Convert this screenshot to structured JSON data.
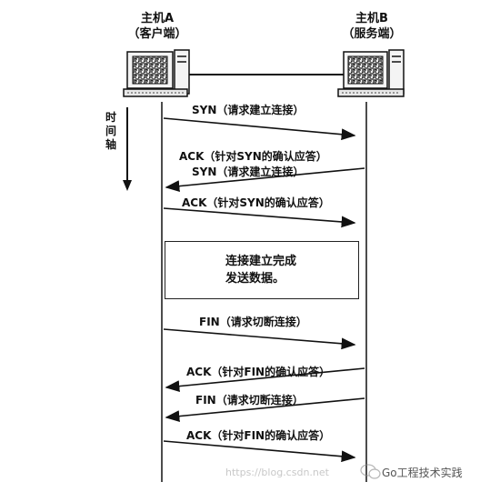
{
  "hosts": {
    "a": {
      "name": "主机A",
      "role": "（客户端）"
    },
    "b": {
      "name": "主机B",
      "role": "（服务端）"
    }
  },
  "time_axis": {
    "label": [
      "时",
      "间",
      "轴"
    ]
  },
  "messages": [
    {
      "text": "SYN（请求建立连接）"
    },
    {
      "text": "ACK（针对SYN的确认应答）"
    },
    {
      "text": "SYN（请求建立连接）"
    },
    {
      "text": "ACK（针对SYN的确认应答）"
    },
    {
      "text": "FIN（请求切断连接）"
    },
    {
      "text": "ACK（针对FIN的确认应答）"
    },
    {
      "text": "FIN（请求切断连接）"
    },
    {
      "text": "ACK（针对FIN的确认应答）"
    }
  ],
  "data_box": {
    "line1": "连接建立完成",
    "line2": "发送数据。"
  },
  "watermark": {
    "url": "https://blog.csdn.net",
    "brand": "Go工程技术实践"
  }
}
